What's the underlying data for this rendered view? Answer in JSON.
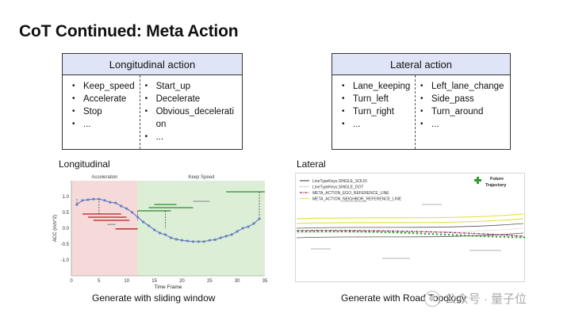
{
  "slide": {
    "title": "CoT Continued: Meta Action"
  },
  "longitudinal_box": {
    "header": "Longitudinal action",
    "left_items": [
      "Keep_speed",
      "Accelerate",
      "Stop",
      "..."
    ],
    "right_items": [
      "Start_up",
      "Decelerate",
      "Obvious_deceleration",
      "..."
    ]
  },
  "lateral_box": {
    "header": "Lateral action",
    "left_items": [
      "Lane_keeping",
      "Turn_left",
      "Turn_right",
      "..."
    ],
    "right_items": [
      "Left_lane_change",
      "Side_pass",
      "Turn_around",
      "..."
    ]
  },
  "longitudinal_section": {
    "label": "Longitudinal",
    "caption": "Generate with sliding window"
  },
  "lateral_section": {
    "label": "Lateral",
    "caption": "Generate with Road Topology"
  },
  "chart_data": [
    {
      "type": "line",
      "title": "",
      "xlabel": "Time Frame",
      "ylabel": "ACC (m/s^2)",
      "xlim": [
        0,
        35
      ],
      "ylim": [
        -1.5,
        1.5
      ],
      "xticks": [
        0,
        5,
        10,
        15,
        20,
        25,
        30,
        35
      ],
      "yticks": [
        1.0,
        0.5,
        0.0,
        -0.5,
        -1.0
      ],
      "regions": [
        {
          "label": "Acceleration",
          "from": 0,
          "to": 12,
          "color": "#f6dada"
        },
        {
          "label": "Keep Speed",
          "from": 12,
          "to": 35,
          "color": "#dcefd6"
        }
      ],
      "series": [
        {
          "color": "#6a7fc4",
          "x": [
            1,
            2,
            3,
            4,
            5,
            6,
            7,
            8,
            9,
            10,
            11,
            12,
            13,
            14,
            15,
            16,
            17,
            18,
            19,
            20,
            21,
            22,
            23,
            24,
            25,
            26,
            27,
            28,
            29,
            30,
            31,
            32,
            33,
            34
          ],
          "y": [
            0.75,
            0.88,
            0.9,
            0.92,
            0.92,
            0.88,
            0.82,
            0.8,
            0.7,
            0.62,
            0.5,
            0.35,
            0.2,
            0.08,
            -0.05,
            -0.15,
            -0.2,
            -0.3,
            -0.35,
            -0.38,
            -0.4,
            -0.42,
            -0.42,
            -0.42,
            -0.38,
            -0.36,
            -0.3,
            -0.25,
            -0.2,
            -0.1,
            0.0,
            0.05,
            0.15,
            0.3
          ]
        }
      ]
    },
    {
      "type": "line",
      "title": "",
      "legend": [
        {
          "name": "LineTypeKeys.SINGLE_SOLID",
          "color": "#555555"
        },
        {
          "name": "LineTypeKeys.SINGLE_DOT",
          "color": "#999999"
        },
        {
          "name": "META_ACTION_EGO_REFERENCE_LINE",
          "color": "#9b2a6f"
        },
        {
          "name": "META_ACTION_NEIGHBOR_REFERENCE_LINE",
          "color": "#e6e24a"
        }
      ],
      "annotation": {
        "name": "Future Trajectory",
        "color": "#2aa02a"
      }
    }
  ],
  "watermark": {
    "text": "公众号 · 量子位"
  }
}
